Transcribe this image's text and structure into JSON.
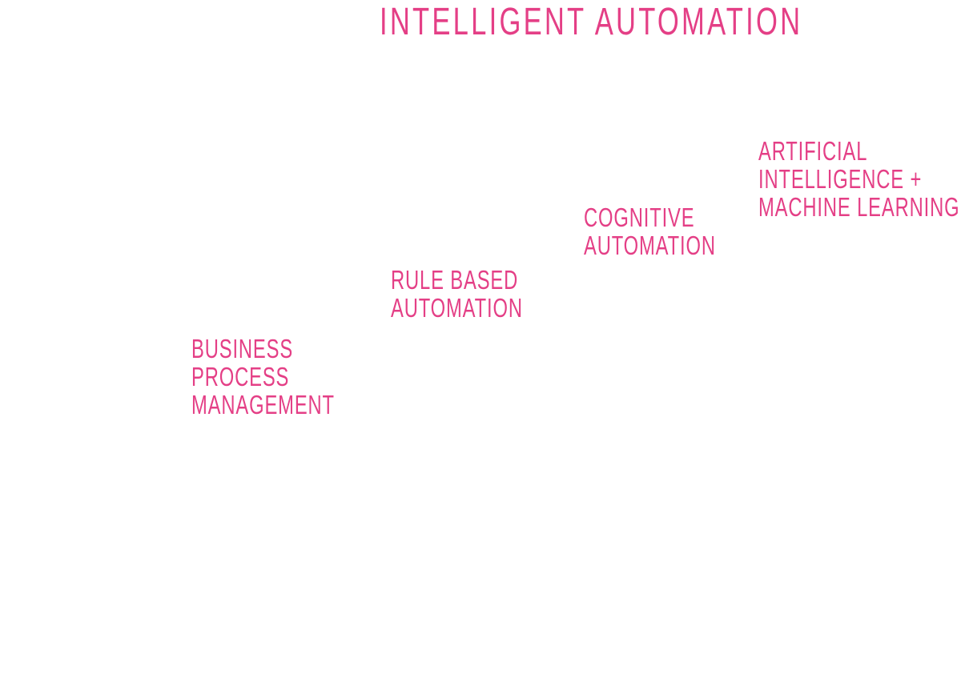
{
  "accent_color": "#e43f86",
  "title": "INTELLIGENT AUTOMATION",
  "stages": [
    {
      "lines": [
        "BUSINESS",
        "PROCESS",
        "MANAGEMENT"
      ]
    },
    {
      "lines": [
        "RULE BASED",
        "AUTOMATION"
      ]
    },
    {
      "lines": [
        "COGNITIVE",
        "AUTOMATION"
      ]
    },
    {
      "lines": [
        "ARTIFICIAL",
        "INTELLIGENCE +",
        "MACHINE LEARNING"
      ]
    }
  ]
}
